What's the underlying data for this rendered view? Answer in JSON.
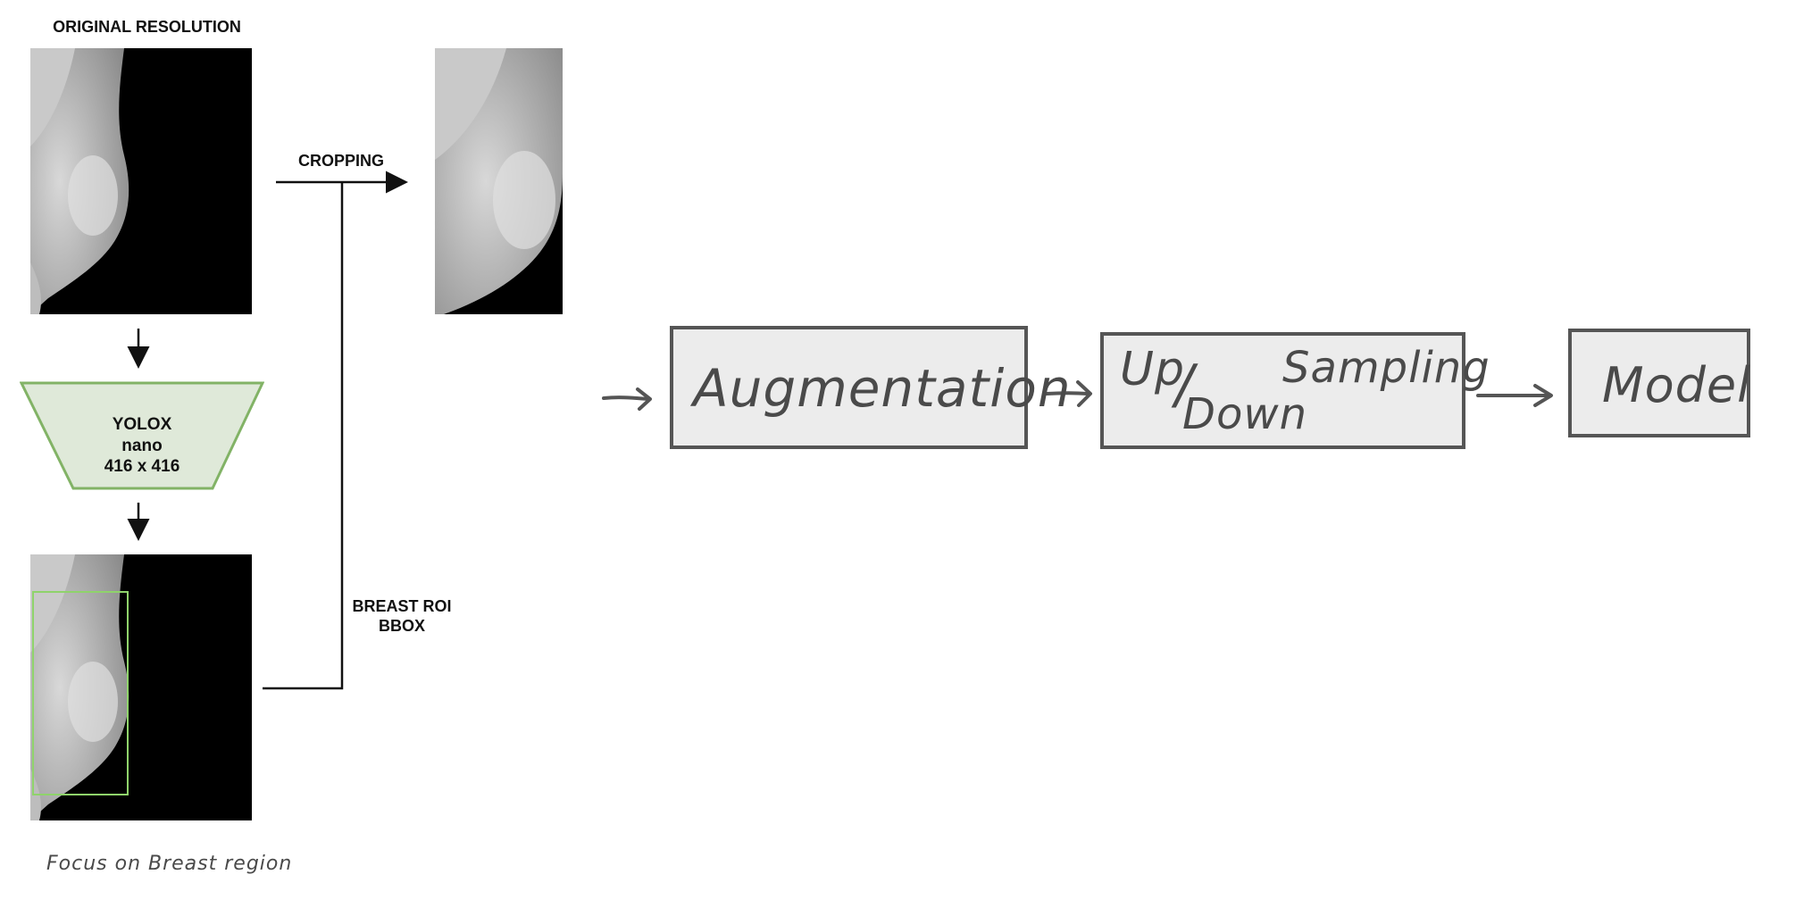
{
  "labels": {
    "original_resolution": "ORIGINAL RESOLUTION",
    "cropping": "CROPPING",
    "breast_roi_line1": "BREAST ROI",
    "breast_roi_line2": "BBOX",
    "focus_note": "Focus on Breast region"
  },
  "detector": {
    "name": "YOLOX",
    "variant": "nano",
    "input_size": "416 x 416",
    "fill_color": "#dfe9d9",
    "stroke_color": "#82b366"
  },
  "pipeline": {
    "steps": [
      {
        "text": "Augmentation"
      },
      {
        "text_part1": "Up",
        "text_part2": "Down",
        "text_part3": "Sampling"
      },
      {
        "text": "Model"
      }
    ]
  },
  "colors": {
    "arrow": "#111111",
    "hand_arrow": "#555555",
    "bbox": "#8fd36b"
  }
}
